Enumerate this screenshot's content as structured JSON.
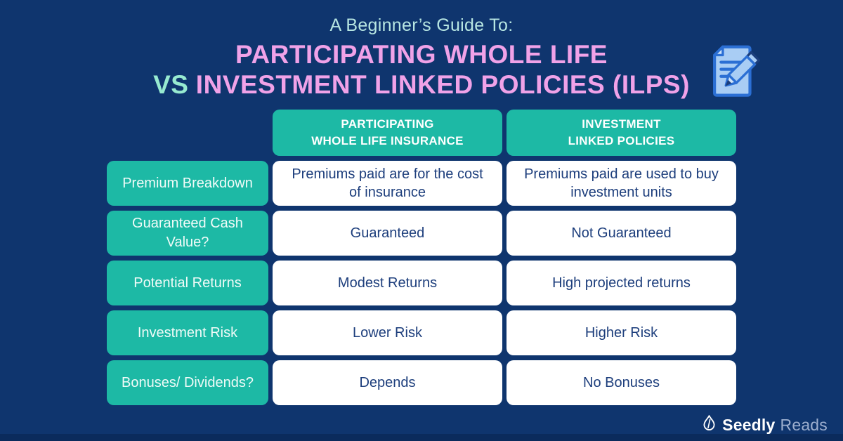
{
  "title": {
    "kicker": "A Beginner’s Guide To:",
    "line1": "PARTICIPATING WHOLE LIFE",
    "line2_vs": "VS",
    "line2_rest": "INVESTMENT LINKED POLICIES (ILPS)"
  },
  "table": {
    "column_headers": [
      {
        "line1": "PARTICIPATING",
        "line2": "WHOLE LIFE INSURANCE"
      },
      {
        "line1": "INVESTMENT",
        "line2": "LINKED POLICIES"
      }
    ],
    "rows": [
      {
        "label": "Premium Breakdown",
        "par": "Premiums paid are for the cost of insurance",
        "ilp": "Premiums paid are used to buy investment units"
      },
      {
        "label": "Guaranteed Cash Value?",
        "par": "Guaranteed",
        "ilp": "Not Guaranteed"
      },
      {
        "label": "Potential Returns",
        "par": "Modest Returns",
        "ilp": "High projected returns"
      },
      {
        "label": "Investment Risk",
        "par": "Lower Risk",
        "ilp": "Higher Risk"
      },
      {
        "label": "Bonuses/ Dividends?",
        "par": "Depends",
        "ilp": "No Bonuses"
      }
    ]
  },
  "footer": {
    "brand_primary": "Seedly",
    "brand_secondary": "Reads"
  },
  "icons": {
    "doc_pencil": "document-with-pencil-icon",
    "brand_leaf": "seedly-leaf-icon"
  },
  "colors": {
    "background_navy": "#0f356e",
    "bottom_strip_navy": "#0b2b5c",
    "teal_accent": "#1db9a5",
    "title_pink": "#f0a2e8",
    "title_mint": "#b7e6e2",
    "vs_mint": "#97ead0",
    "cell_text_navy": "#1d3e7c",
    "icon_blue": "#2b6fd4",
    "icon_light_blue": "#a9cdf4"
  }
}
